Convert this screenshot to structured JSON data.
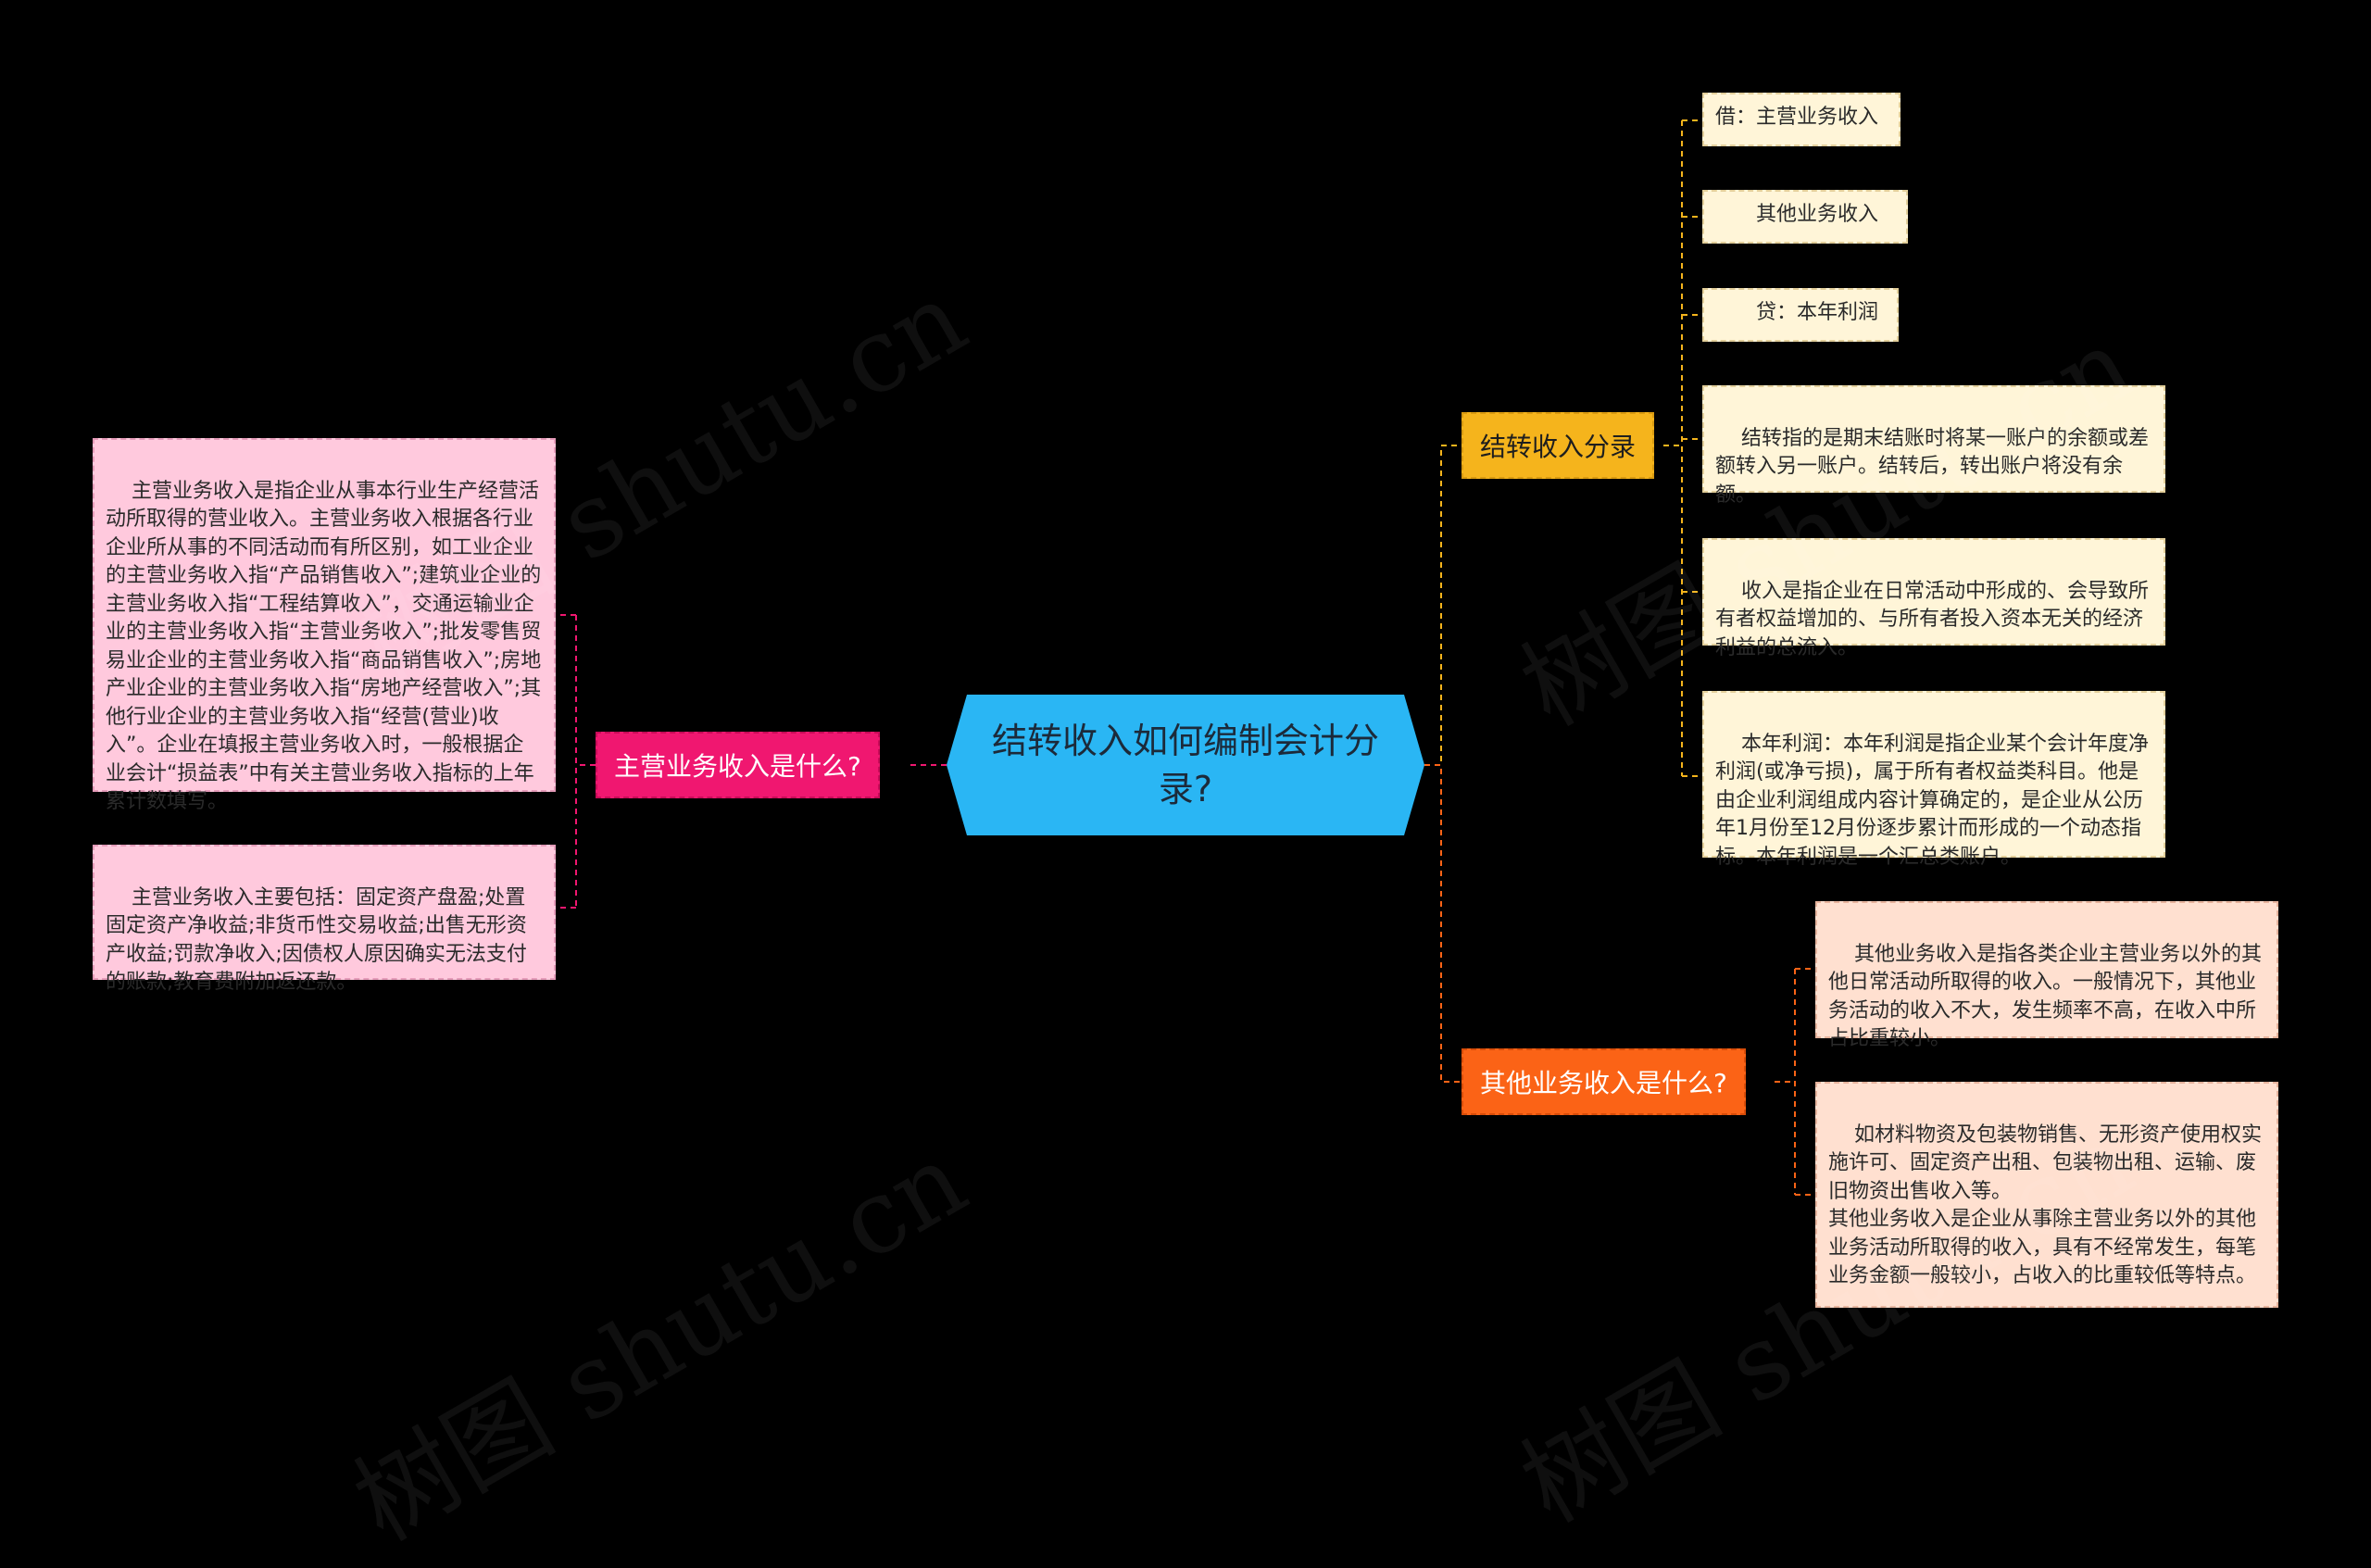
{
  "root": {
    "title": "结转收入如何编制会计分录?"
  },
  "branches": {
    "entry": {
      "label": "结转收入分录",
      "items": [
        "借：主营业务收入",
        "　　其他业务收入",
        "　　贷：本年利润",
        "结转指的是期末结账时将某一账户的余额或差额转入另一账户。结转后，转出账户将没有余额。",
        "收入是指企业在日常活动中形成的、会导致所有者权益增加的、与所有者投入资本无关的经济利益的总流入。",
        "本年利润：本年利润是指企业某个会计年度净利润(或净亏损)，属于所有者权益类科目。他是由企业利润组成内容计算确定的，是企业从公历年1月份至12月份逐步累计而形成的一个动态指标。本年利润是一个汇总类账户。"
      ]
    },
    "main": {
      "label": "主营业务收入是什么?",
      "items": [
        "主营业务收入是指企业从事本行业生产经营活动所取得的营业收入。主营业务收入根据各行业企业所从事的不同活动而有所区别，如工业企业的主营业务收入指“产品销售收入”;建筑业企业的主营业务收入指“工程结算收入”，交通运输业企业的主营业务收入指“主营业务收入”;批发零售贸易业企业的主营业务收入指“商品销售收入”;房地产业企业的主营业务收入指“房地产经营收入”;其他行业企业的主营业务收入指“经营(营业)收入”。企业在填报主营业务收入时，一般根据企业会计“损益表”中有关主营业务收入指标的上年累计数填写。",
        "主营业务收入主要包括：固定资产盘盈;处置固定资产净收益;非货币性交易收益;出售无形资产收益;罚款净收入;因债权人原因确实无法支付的账款;教育费附加返还款。"
      ]
    },
    "other": {
      "label": "其他业务收入是什么?",
      "items": [
        "其他业务收入是指各类企业主营业务以外的其他日常活动所取得的收入。一般情况下，其他业务活动的收入不大，发生频率不高，在收入中所占比重较小。",
        "如材料物资及包装物销售、无形资产使用权实施许可、固定资产出租、包装物出租、运输、废旧物资出售收入等。\n其他业务收入是企业从事除主营业务以外的其他业务活动所取得的收入，具有不经常发生，每笔业务金额一般较小，占收入的比重较低等特点。"
      ]
    }
  },
  "watermark": "树图 shutu.cn",
  "colors": {
    "background": "#000000",
    "root": "#2ab6f4",
    "branch_entry": "#f5b41c",
    "branch_main": "#f01770",
    "branch_other": "#fb6316",
    "leaf_entry": "#fff5d8",
    "leaf_main": "#ffc9dd",
    "leaf_other": "#ffe0d0"
  }
}
